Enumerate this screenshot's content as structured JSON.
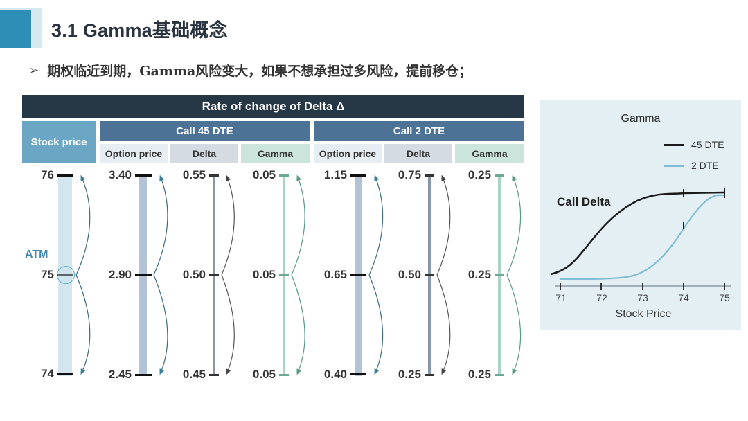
{
  "header": {
    "title": "3.1 Gamma基础概念",
    "bullet_marker": "➢",
    "bullet_text": "期权临近到期，Gamma风险变大，如果不想承担过多风险，提前移仓；"
  },
  "table": {
    "main_header": "Rate of change of Delta Δ",
    "stock_header": "Stock price",
    "groups": [
      {
        "label": "Call 45 DTE",
        "sub_headers": [
          "Option price",
          "Delta",
          "Gamma"
        ]
      },
      {
        "label": "Call 2 DTE",
        "sub_headers": [
          "Option price",
          "Delta",
          "Gamma"
        ]
      }
    ],
    "atm_label": "ATM",
    "columns": {
      "stock": [
        "76",
        "75",
        "74"
      ],
      "c45_option": [
        "3.40",
        "2.90",
        "2.45"
      ],
      "c45_delta": [
        "0.55",
        "0.50",
        "0.45"
      ],
      "c45_gamma": [
        "0.05",
        "0.05",
        "0.05"
      ],
      "c2_option": [
        "1.15",
        "0.65",
        "0.40"
      ],
      "c2_delta": [
        "0.75",
        "0.50",
        "0.25"
      ],
      "c2_gamma": [
        "0.25",
        "0.25",
        "0.25"
      ]
    }
  },
  "chart": {
    "title": "Gamma",
    "inner_label": "Call Delta",
    "xlabel": "Stock Price",
    "legend": [
      {
        "label": "45 DTE",
        "color": "#1a1a1a"
      },
      {
        "label": "2 DTE",
        "color": "#7fbcd6"
      }
    ],
    "xticks": [
      "71",
      "72",
      "73",
      "74",
      "75"
    ]
  },
  "chart_data": {
    "type": "line",
    "title": "Gamma",
    "xlabel": "Stock Price",
    "ylabel": "Call Delta",
    "x": [
      71,
      72,
      73,
      74,
      75
    ],
    "series": [
      {
        "name": "45 DTE",
        "values": [
          0.05,
          0.35,
          0.75,
          0.95,
          0.97
        ]
      },
      {
        "name": "2 DTE",
        "values": [
          0.0,
          0.01,
          0.1,
          0.5,
          0.96
        ]
      }
    ],
    "legend_position": "top-right",
    "grid": false
  },
  "colors": {
    "title_accent": "#2f8eb5",
    "main_header_bg": "#263746",
    "group_header_bg": "#4c7396",
    "stock_header_bg": "#6ba6c5",
    "chart_panel_bg": "#e3eff3"
  }
}
